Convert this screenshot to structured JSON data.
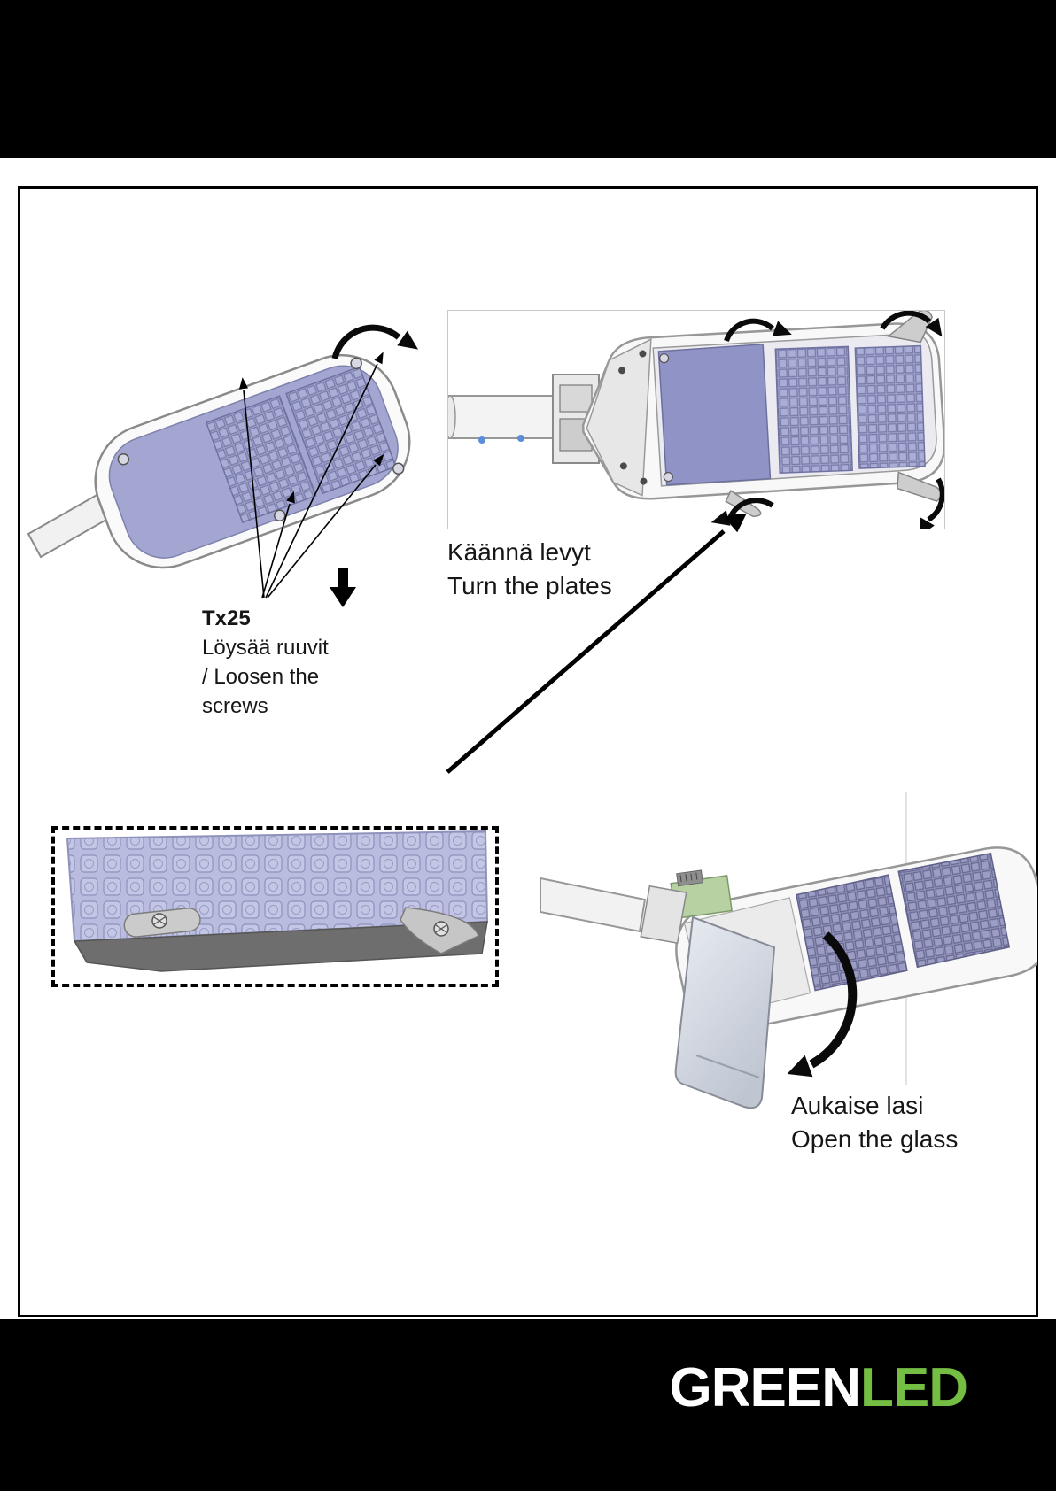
{
  "steps": {
    "loosen_screws": {
      "tool": "Tx25",
      "fi": "Löysää ruuvit",
      "en_line1": "/ Loosen the",
      "en_line2": "screws"
    },
    "turn_plates": {
      "fi": "Käännä levyt",
      "en": "Turn the plates"
    },
    "open_glass": {
      "fi": "Aukaise lasi",
      "en": "Open the glass"
    }
  },
  "brand": {
    "green": "GREEN",
    "led": "LED"
  },
  "colors": {
    "brand_green": "#74BE43",
    "panel_purple": "#A3A6D0",
    "panel_purple_light": "#B9BCDF",
    "band_black": "#000000"
  },
  "icons": {
    "rotate_arrow": "curved-rotation-arrow",
    "down_arrow": "solid-down-arrow",
    "pointer_arrow": "long-diagonal-arrow"
  }
}
